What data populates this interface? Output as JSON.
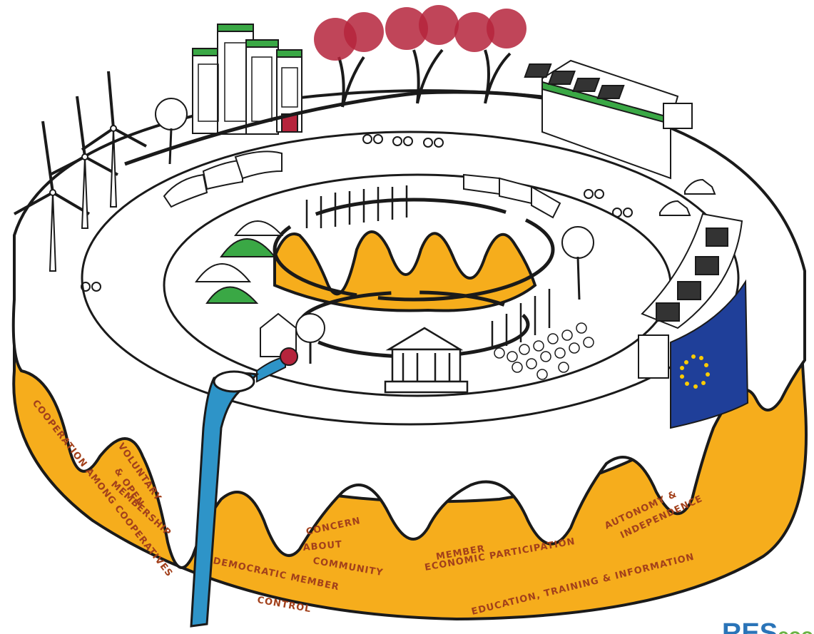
{
  "labels": {
    "cooperation": "COOPERATION AMONG COOPERATIVES",
    "voluntary_1": "VOLUNTARY",
    "voluntary_2": "& OPEN",
    "voluntary_3": "MEMBERSHIP",
    "democratic_1": "DEMOCRATIC MEMBER",
    "democratic_2": "CONTROL",
    "concern_1": "CONCERN",
    "concern_2": "ABOUT",
    "concern_3": "COMMUNITY",
    "member_1": "MEMBER",
    "member_2": "ECONOMIC PARTICIPATION",
    "autonomy_1": "AUTONOMY &",
    "autonomy_2": "INDEPENDENCE",
    "education": "EDUCATION, TRAINING & INFORMATION"
  },
  "logo": {
    "part1": "RES",
    "part2": "coop"
  },
  "colors": {
    "cake": "#f6ad1c",
    "icing": "#ffffff",
    "outline": "#1a1a1a",
    "label": "#a2401b",
    "river": "#2e94c8",
    "green": "#3aa845",
    "eu_blue": "#1f3f99",
    "eu_star": "#ffcc00",
    "tree_bloom": "#b5243c",
    "logo_blue": "#2a74b8",
    "logo_green": "#6ab344"
  },
  "icons": [
    "wind-turbine-icon",
    "building-icon",
    "tree-icon",
    "solar-panel-icon",
    "bicycle-icon",
    "train-icon",
    "dome-house-icon",
    "wheat-icon",
    "temple-icon",
    "eu-flag-icon",
    "car-icon",
    "person-icon"
  ]
}
